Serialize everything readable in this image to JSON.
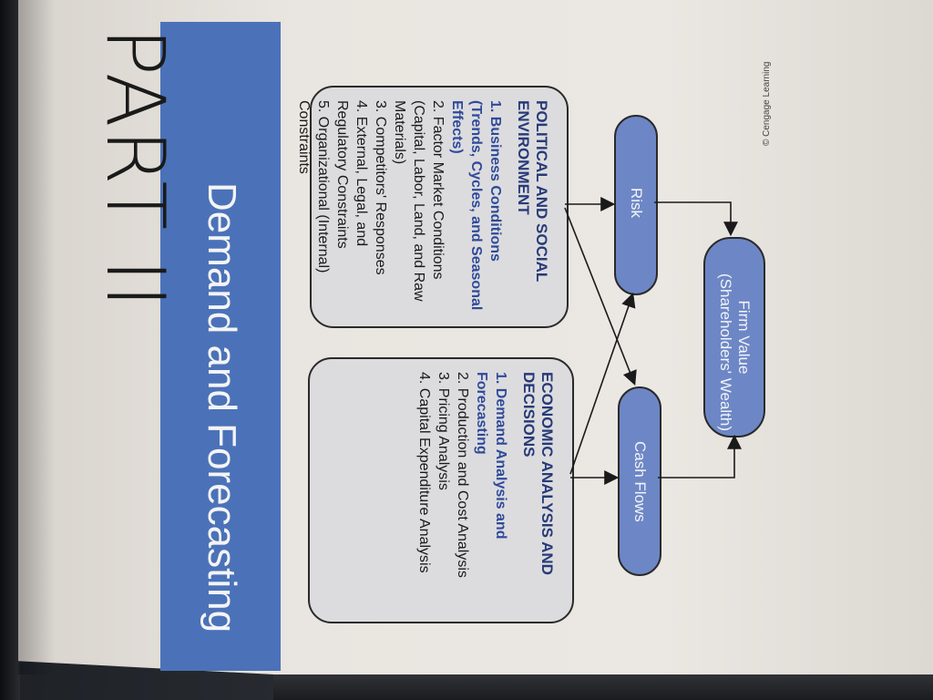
{
  "part_heading": "PART II",
  "section_title": "Demand and Forecasting",
  "economic_box": {
    "title": "ECONOMIC ANALYSIS AND DECISIONS",
    "items": [
      "1.  Demand Analysis and Forecasting",
      "2.  Production and Cost Analysis",
      "3.  Pricing Analysis",
      "4.  Capital Expenditure Analysis"
    ]
  },
  "political_box": {
    "title": "POLITICAL AND SOCIAL ENVIRONMENT",
    "items": [
      "1.  Business Conditions (Trends, Cycles, and Seasonal Effects)",
      "2.  Factor Market Conditions (Capital, Labor, Land, and Raw Materials)",
      "3.  Competitors' Responses",
      "4.  External, Legal, and Regulatory Constraints",
      "5.  Organizational (Internal) Constraints"
    ]
  },
  "nodes": {
    "cash_flows": "Cash Flows",
    "risk": "Risk",
    "firm_value_line1": "Firm Value",
    "firm_value_line2": "(Shareholders' Wealth)"
  },
  "credit": "© Cengage Learning",
  "colors": {
    "band_blue": "#4b72b8",
    "node_blue": "#6d87c6",
    "box_gray": "#dcdcde"
  }
}
